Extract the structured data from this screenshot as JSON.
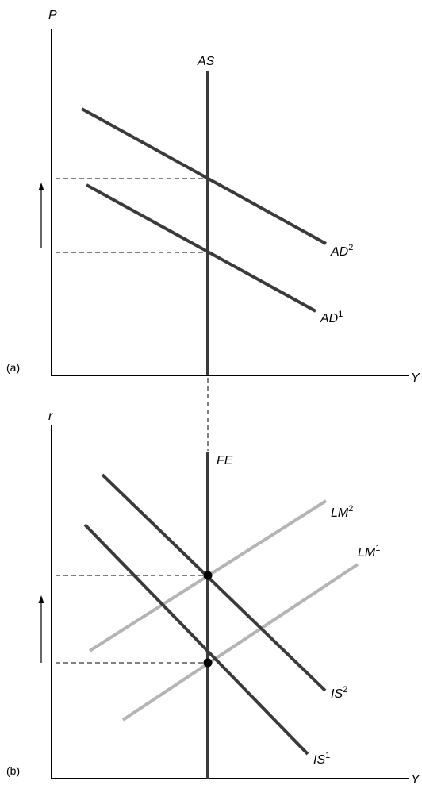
{
  "panel_a": {
    "panel_label": "(a)",
    "y_axis_label": "P",
    "x_axis_label": "Y",
    "as_label": "AS",
    "ad2": {
      "name": "AD",
      "sup": "2"
    },
    "ad1": {
      "name": "AD",
      "sup": "1"
    }
  },
  "panel_b": {
    "panel_label": "(b)",
    "y_axis_label": "r",
    "x_axis_label": "Y",
    "fe_label": "FE",
    "lm2": {
      "name": "LM",
      "sup": "2"
    },
    "lm1": {
      "name": "LM",
      "sup": "1"
    },
    "is2": {
      "name": "IS",
      "sup": "2"
    },
    "is1": {
      "name": "IS",
      "sup": "1"
    }
  },
  "colors": {
    "dark_curve": "#3a3a3a",
    "light_curve": "#b4b4b4",
    "axes": "#000000"
  }
}
